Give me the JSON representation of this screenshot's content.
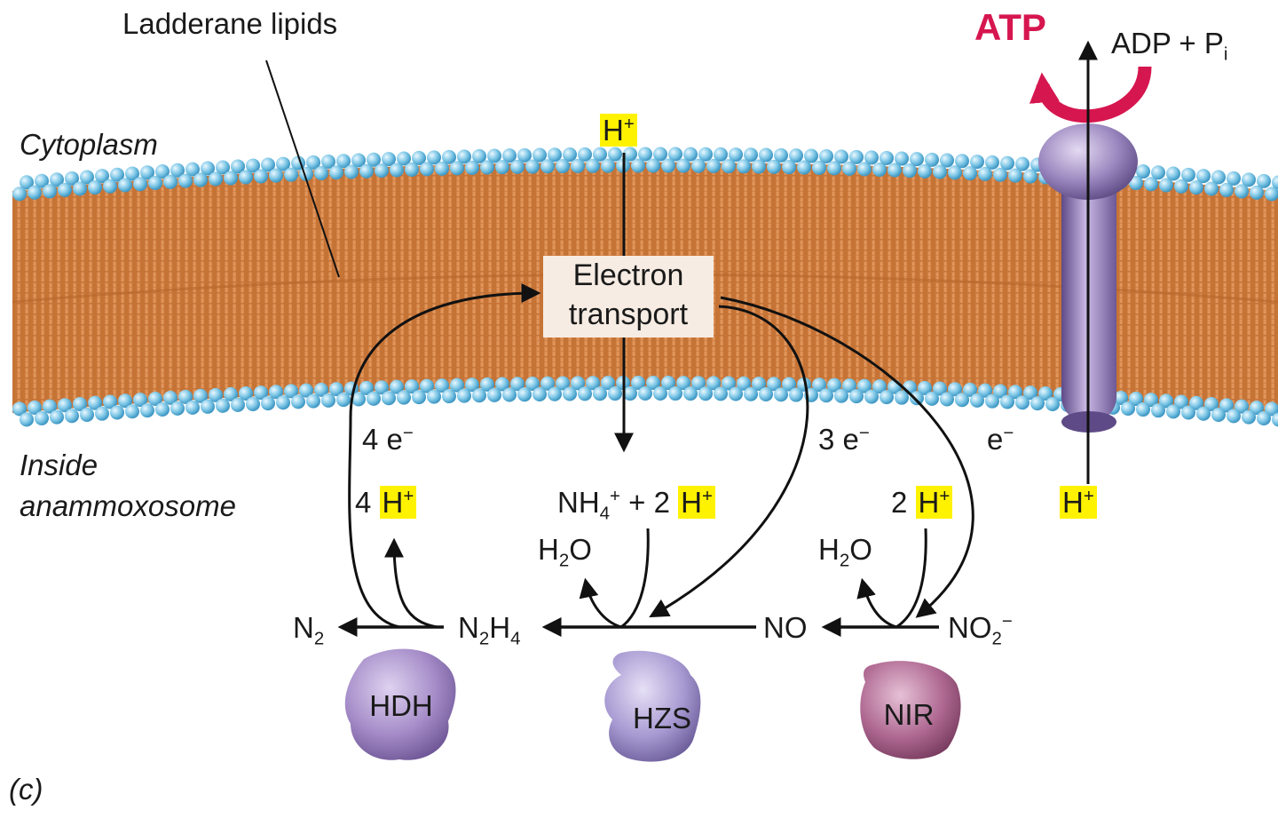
{
  "labels": {
    "ladderane": "Ladderane lipids",
    "cytoplasm": "Cytoplasm",
    "inside_line1": "Inside",
    "inside_line2": "anammoxosome",
    "panel": "(c)",
    "electron_transport_line1": "Electron",
    "electron_transport_line2": "transport",
    "atp": "ATP",
    "adp": "ADP + P",
    "adp_sub": "i",
    "h_plus": "H",
    "plus": "+",
    "minus": "−",
    "e4": "4 e",
    "e3": "3 e",
    "e1": "e",
    "four": "4",
    "nh4_prefix": "NH",
    "nh4_sub": "4",
    "plus_two": "+ 2",
    "two": "2",
    "h2o_h": "H",
    "h2o_sub": "2",
    "h2o_o": "O",
    "n2_n": "N",
    "n2_sub": "2",
    "n2h4_n": "N",
    "n2h4_sub1": "2",
    "n2h4_h": "H",
    "n2h4_sub2": "4",
    "no": "NO",
    "no2": "NO",
    "no2_sub": "2",
    "enzyme_hdh": "HDH",
    "enzyme_hzs": "HZS",
    "enzyme_nir": "NIR"
  },
  "colors": {
    "membrane_core": "#c9773c",
    "head_group": "#7cc6e6",
    "highlight": "#fff200",
    "atp": "#d6164f",
    "atpase": "#8f7bb5",
    "hdh": "#a58cc8",
    "hzs": "#a89ad2",
    "nir": "#b06a93"
  }
}
